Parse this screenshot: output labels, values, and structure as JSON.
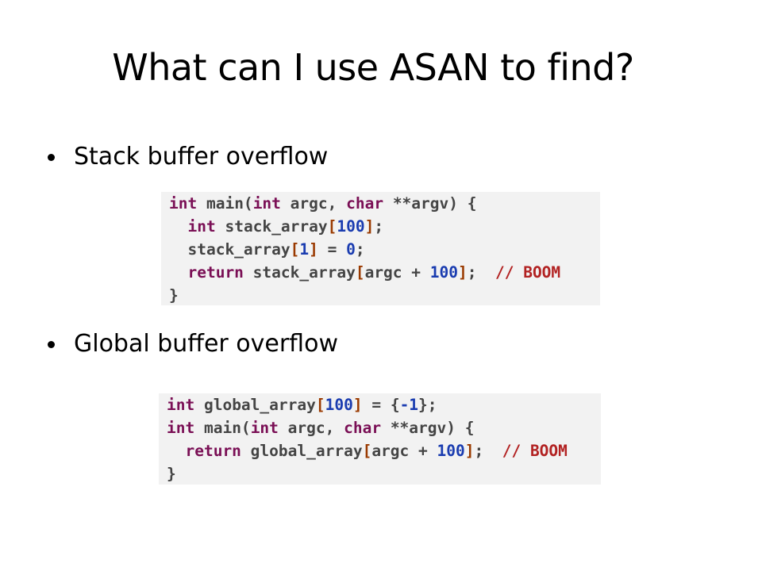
{
  "slide": {
    "title": "What can I use ASAN to find?"
  },
  "bullets": [
    {
      "label": "Stack buffer overflow",
      "code": [
        [
          [
            "int",
            "kw"
          ],
          [
            " main(",
            ""
          ],
          [
            "int",
            "kw"
          ],
          [
            " argc, ",
            ""
          ],
          [
            "char",
            "kw"
          ],
          [
            " **argv) {",
            ""
          ]
        ],
        [
          [
            "  ",
            ""
          ],
          [
            "int",
            "kw"
          ],
          [
            " stack_array",
            ""
          ],
          [
            "[",
            "br"
          ],
          [
            "100",
            "num"
          ],
          [
            "]",
            "br"
          ],
          [
            ";",
            ""
          ]
        ],
        [
          [
            "  stack_array",
            ""
          ],
          [
            "[",
            "br"
          ],
          [
            "1",
            "num"
          ],
          [
            "]",
            "br"
          ],
          [
            " = ",
            ""
          ],
          [
            "0",
            "num"
          ],
          [
            ";",
            ""
          ]
        ],
        [
          [
            "  ",
            ""
          ],
          [
            "return",
            "kw"
          ],
          [
            " stack_array",
            ""
          ],
          [
            "[",
            "br"
          ],
          [
            "argc + ",
            ""
          ],
          [
            "100",
            "num"
          ],
          [
            "]",
            "br"
          ],
          [
            ";  ",
            ""
          ],
          [
            "// BOOM",
            "cm"
          ]
        ],
        [
          [
            "}",
            ""
          ]
        ]
      ]
    },
    {
      "label": "Global buffer overflow",
      "code": [
        [
          [
            "int",
            "kw"
          ],
          [
            " global_array",
            ""
          ],
          [
            "[",
            "br"
          ],
          [
            "100",
            "num"
          ],
          [
            "]",
            "br"
          ],
          [
            " = {",
            ""
          ],
          [
            "-1",
            "num"
          ],
          [
            "};",
            ""
          ]
        ],
        [
          [
            "int",
            "kw"
          ],
          [
            " main(",
            ""
          ],
          [
            "int",
            "kw"
          ],
          [
            " argc, ",
            ""
          ],
          [
            "char",
            "kw"
          ],
          [
            " **argv) {",
            ""
          ]
        ],
        [
          [
            "  ",
            ""
          ],
          [
            "return",
            "kw"
          ],
          [
            " global_array",
            ""
          ],
          [
            "[",
            "br"
          ],
          [
            "argc + ",
            ""
          ],
          [
            "100",
            "num"
          ],
          [
            "]",
            "br"
          ],
          [
            ";  ",
            ""
          ],
          [
            "// BOOM",
            "cm"
          ]
        ],
        [
          [
            "}",
            ""
          ]
        ]
      ]
    }
  ]
}
